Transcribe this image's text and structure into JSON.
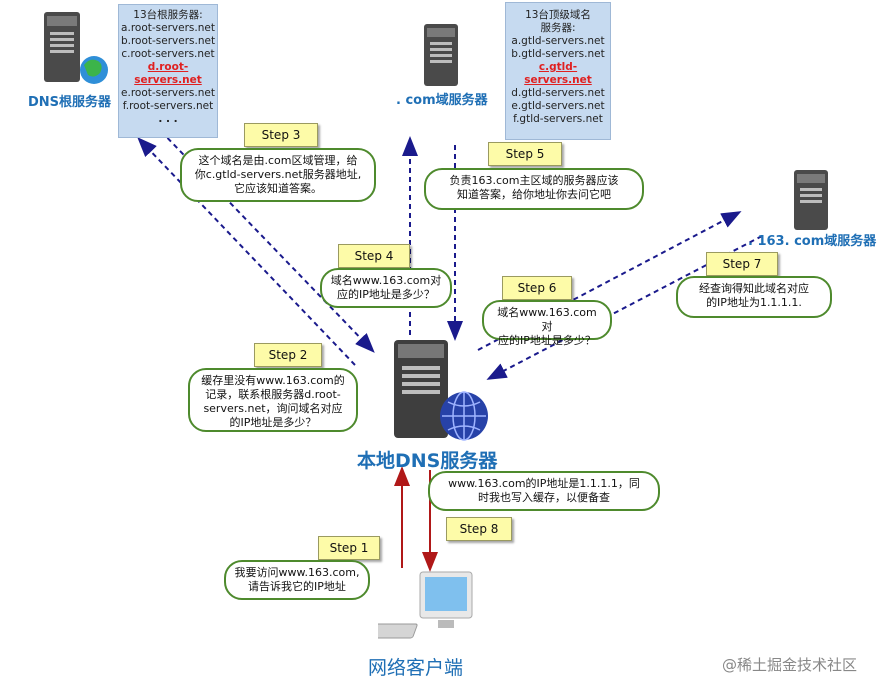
{
  "root_server": {
    "label": "DNS根服务器",
    "list_title": "13台根服务器:",
    "list": [
      "a.root-servers.net",
      "b.root-servers.net",
      "c.root-servers.net",
      "d.root-servers.net",
      "e.root-servers.net",
      "f.root-servers.net",
      ". . ."
    ],
    "highlight": "d.root-servers.net"
  },
  "com_server": {
    "label": ". com域服务器",
    "list_title_1": "13台顶级域名",
    "list_title_2": "服务器:",
    "list": [
      "a.gtld-servers.net",
      "b.gtld-servers.net",
      "c.gtld-servers.net",
      "d.gtld-servers.net",
      "e.gtld-servers.net",
      "f.gtld-servers.net"
    ],
    "highlight": "c.gtld-servers.net"
  },
  "server_163": {
    "label": ". 163. com域服务器"
  },
  "local_dns": {
    "label": "本地DNS服务器"
  },
  "client": {
    "label": "网络客户端"
  },
  "steps": {
    "s1": {
      "label": "Step 1",
      "text_1": "我要访问www.163.com,",
      "text_2": "请告诉我它的IP地址"
    },
    "s2": {
      "label": "Step 2",
      "text_1": "缓存里没有www.163.com的",
      "text_2": "记录，联系根服务器d.root-",
      "text_3": "servers.net，询问域名对应",
      "text_4": "的IP地址是多少？"
    },
    "s3": {
      "label": "Step 3",
      "text_1": "这个域名是由.com区域管理，给",
      "text_2": "你c.gtld-servers.net服务器地址,",
      "text_3": "它应该知道答案。"
    },
    "s4": {
      "label": "Step 4",
      "text_1": "域名www.163.com对",
      "text_2": "应的IP地址是多少？"
    },
    "s5": {
      "label": "Step 5",
      "text_1": "负责163.com主区域的服务器应该",
      "text_2": "知道答案，给你地址你去问它吧"
    },
    "s6": {
      "label": "Step 6",
      "text_1": "域名www.163.com对",
      "text_2": "应的IP地址是多少？"
    },
    "s7": {
      "label": "Step 7",
      "text_1": "经查询得知此域名对应",
      "text_2": "的IP地址为1.1.1.1."
    },
    "s8": {
      "label": "Step 8",
      "text_1": "www.163.com的IP地址是1.1.1.1，同",
      "text_2": "时我也写入缓存，以便备查"
    }
  },
  "watermark": "@稀土掘金技术社区",
  "colors": {
    "request_arrow": "#1a1a8c",
    "client_arrow": "#b01818",
    "bubble_border": "#4e8a2d",
    "label_blue": "#1f6fb5"
  }
}
